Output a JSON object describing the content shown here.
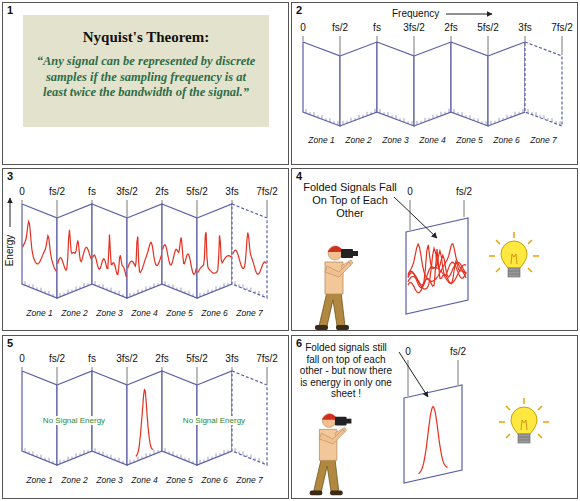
{
  "diagram": {
    "nodes": [
      {
        "text": [
          "1"
        ]
      },
      {
        "text": [
          "Nyquist's Theorem:",
          "“Any signal can be represented by discrete samples if the sampling frequency is at least twice the bandwidth of the signal.”"
        ],
        "in": 0
      },
      {
        "text": [
          "2"
        ]
      },
      {
        "text": [
          "3"
        ]
      },
      {
        "text": [
          "4"
        ]
      },
      {
        "text": [
          "5"
        ]
      },
      {
        "text": [
          "6"
        ]
      }
    ],
    "labels": [
      "Frequency",
      "0",
      "fs/2",
      "fs",
      "3fs/2",
      "2fs",
      "5fs/2",
      "3fs",
      "7fs/2",
      "Zone 1",
      "Zone 2",
      "Zone 3",
      "Zone 4",
      "Zone 5",
      "Zone 6",
      "Zone 7",
      "Energy",
      "0",
      "fs/2",
      "fs",
      "3fs/2",
      "2fs",
      "5fs/2",
      "3fs",
      "7fs/2",
      "Zone 1",
      "Zone 2",
      "Zone 3",
      "Zone 4",
      "Zone 5",
      "Zone 6",
      "Zone 7",
      "Folded Signals Fall On Top of Each Other",
      "0",
      "fs/2",
      "0",
      "fs/2",
      "fs",
      "3fs/2",
      "2fs",
      "5fs/2",
      "3fs",
      "7fs/2",
      "Zone 1",
      "Zone 2",
      "Zone 3",
      "Zone 4",
      "Zone 5",
      "Zone 6",
      "Zone 7",
      "No Signal Energy",
      "No Signal Energy",
      "Folded signals still fall on top of each other - but now there is energy in only one sheet !",
      "0",
      "fs/2"
    ]
  }
}
